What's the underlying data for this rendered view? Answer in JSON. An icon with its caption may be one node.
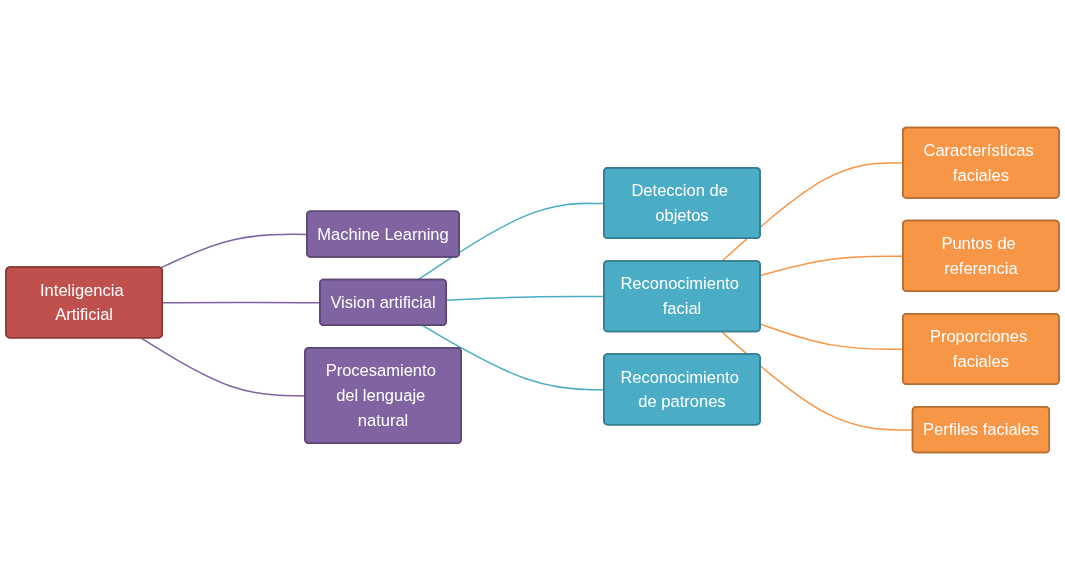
{
  "diagram": {
    "nodes": [
      {
        "text": [
          "Inteligencia Artificial"
        ]
      },
      {
        "text": [
          "Machine Learning"
        ]
      },
      {
        "text": [
          "Vision artificial"
        ]
      },
      {
        "text": [
          "Procesamiento del lenguaje natural"
        ]
      },
      {
        "text": [
          "Deteccion de objetos"
        ]
      },
      {
        "text": [
          "Reconocimiento facial"
        ]
      },
      {
        "text": [
          "Reconocimiento de patrones"
        ]
      },
      {
        "text": [
          "Características faciales"
        ]
      },
      {
        "text": [
          "Puntos de referencia"
        ]
      },
      {
        "text": [
          "Proporciones faciales"
        ]
      },
      {
        "text": [
          "Perfiles faciales"
        ]
      }
    ],
    "edges": [
      {
        "from": 0,
        "to": 1,
        "arrow": "none",
        "color": "#8064a2"
      },
      {
        "from": 0,
        "to": 2,
        "arrow": "none",
        "color": "#8064a2"
      },
      {
        "from": 0,
        "to": 3,
        "arrow": "none",
        "color": "#8064a2"
      },
      {
        "from": 2,
        "to": 4,
        "arrow": "none",
        "color": "#4bacc6"
      },
      {
        "from": 2,
        "to": 5,
        "arrow": "none",
        "color": "#4bacc6"
      },
      {
        "from": 2,
        "to": 6,
        "arrow": "none",
        "color": "#4bacc6"
      },
      {
        "from": 5,
        "to": 7,
        "arrow": "none",
        "color": "#f79646"
      },
      {
        "from": 5,
        "to": 8,
        "arrow": "none",
        "color": "#f79646"
      },
      {
        "from": 5,
        "to": 9,
        "arrow": "none",
        "color": "#f79646"
      },
      {
        "from": 5,
        "to": 10,
        "arrow": "none",
        "color": "#f79646"
      }
    ]
  }
}
